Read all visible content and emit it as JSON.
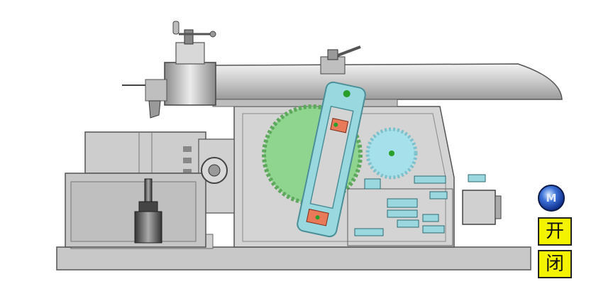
{
  "controls": {
    "open_label": "开",
    "close_label": "闭",
    "indicator_glyph": "M"
  },
  "colors": {
    "frame": "#d4d4d4",
    "frame_edge": "#555555",
    "rocker_arm": "#9ad8e0",
    "bull_gear": "#8fd48f",
    "pinion": "#a6e0ea",
    "slider_block": "#e87a5a",
    "button": "#f3f300"
  }
}
